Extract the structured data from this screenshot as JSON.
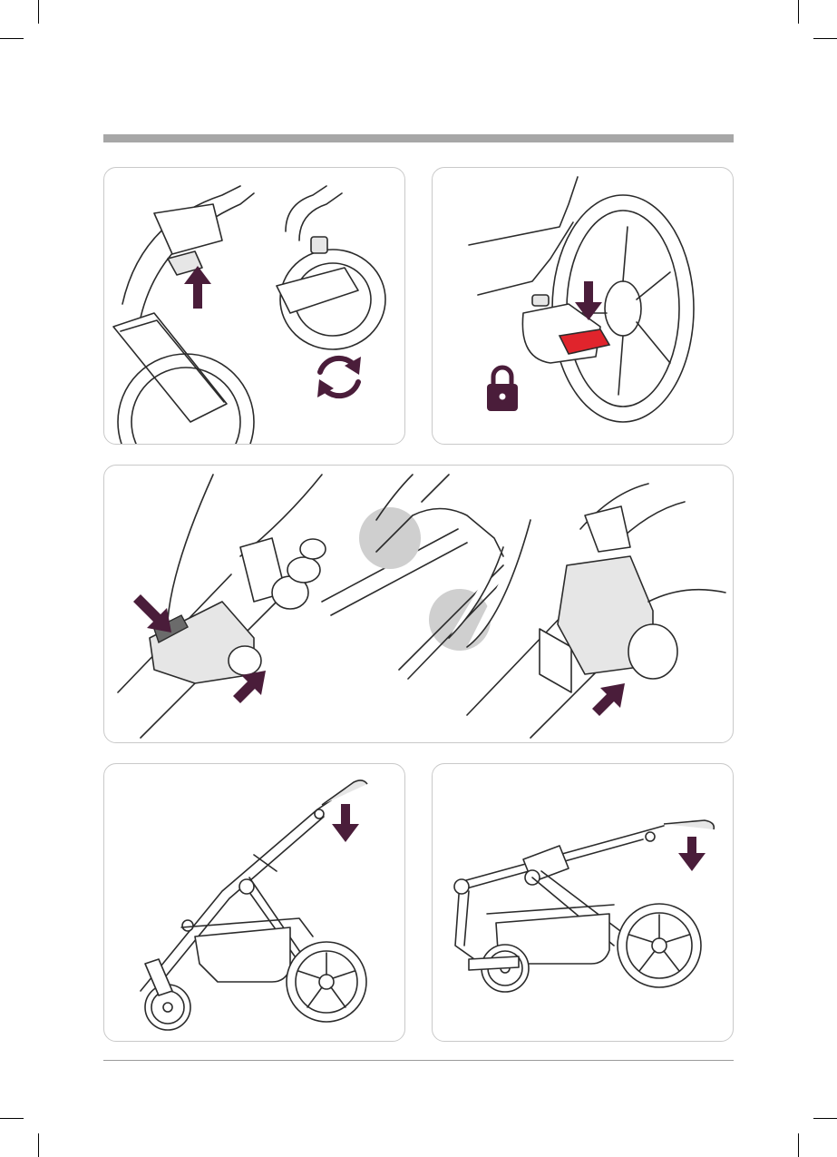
{
  "colors": {
    "accent": "#4a1d3a",
    "highlight_red": "#e0242c",
    "header_bar": "#a7a7a7",
    "panel_border": "#c9c9c9",
    "callout_grey": "#cfcfcf"
  },
  "panels": [
    {
      "id": "step-fold-release",
      "icons": [
        "arrow-up-icon",
        "rotate-arrows-icon"
      ]
    },
    {
      "id": "step-brake-lock",
      "icons": [
        "arrow-down-icon",
        "lock-icon"
      ]
    },
    {
      "id": "step-handle-adjust",
      "icons": [
        "arrow-diagonal-icon",
        "arrow-diagonal-icon",
        "arrow-diagonal-icon"
      ]
    },
    {
      "id": "step-fold-frame",
      "icons": [
        "arrow-down-icon"
      ]
    },
    {
      "id": "step-fold-frame-continued",
      "icons": [
        "arrow-down-icon"
      ]
    }
  ]
}
